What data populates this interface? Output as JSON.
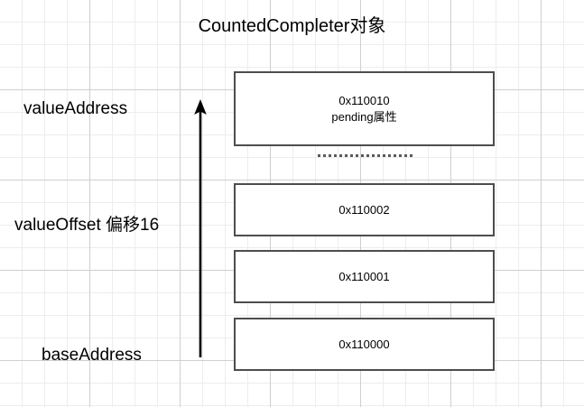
{
  "diagram": {
    "title": "CountedCompleter对象",
    "background": {
      "grid_minor_color": "#ededed",
      "grid_major_color": "#cfcfcf",
      "page_color": "#ffffff"
    },
    "box_border_color": "#4d4d4d",
    "text_color": "#000000",
    "memory_boxes": [
      {
        "id": "box-1",
        "address": "0x110010",
        "detail": "pending属性"
      },
      {
        "id": "box-2",
        "address": "0x110002",
        "detail": ""
      },
      {
        "id": "box-3",
        "address": "0x110001",
        "detail": ""
      },
      {
        "id": "box-4",
        "address": "0x110000",
        "detail": ""
      }
    ],
    "labels": [
      {
        "id": "valueAddress",
        "text": "valueAddress"
      },
      {
        "id": "valueOffset",
        "text": "valueOffset 偏移16"
      },
      {
        "id": "baseAddress",
        "text": "baseAddress"
      }
    ],
    "arrow": {
      "direction": "up",
      "color": "#000000"
    },
    "separator": {
      "style": "dotted",
      "color": "#5a5a5a"
    }
  }
}
